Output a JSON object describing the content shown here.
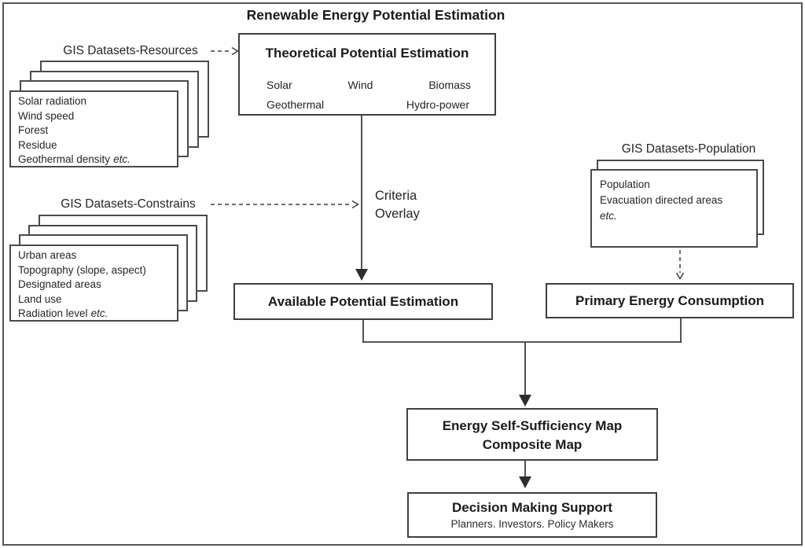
{
  "diagram_title": "Renewable Energy Potential Estimation",
  "theoretical_box": {
    "title": "Theoretical Potential Estimation",
    "items_row1": [
      "Solar",
      "Wind",
      "Biomass"
    ],
    "items_row2": [
      "Geothermal",
      "Hydro-power"
    ]
  },
  "resources_group": {
    "label": "GIS Datasets-Resources",
    "dataset_items": [
      "Solar radiation",
      "Wind speed",
      "Forest",
      "Residue"
    ],
    "last_item": "Geothermal density",
    "etc_label": "etc."
  },
  "constrains_group": {
    "label": "GIS Datasets-Constrains",
    "dataset_items": [
      "Urban areas",
      "Topography (slope, aspect)",
      "Designated areas",
      "Land use"
    ],
    "last_item": "Radiation level",
    "etc_label": "etc."
  },
  "population_group": {
    "label": "GIS Datasets-Population",
    "dataset_items": [
      "Population",
      "Evacuation directed areas"
    ],
    "etc_label": "etc."
  },
  "criteria_label": {
    "line1": "Criteria",
    "line2": "Overlay"
  },
  "available_box": {
    "title": "Available Potential Estimation"
  },
  "primary_box": {
    "title": "Primary Energy Consumption"
  },
  "energy_box": {
    "line1": "Energy Self-Sufficiency Map",
    "line2": "Composite Map"
  },
  "decision_box": {
    "title": "Decision Making Support",
    "subtitle": "Planners. Investors. Policy Makers"
  },
  "colors": {
    "line": "#3f3f3f",
    "border": "#4a4a4a",
    "text": "#242424",
    "background": "#ffffff"
  }
}
